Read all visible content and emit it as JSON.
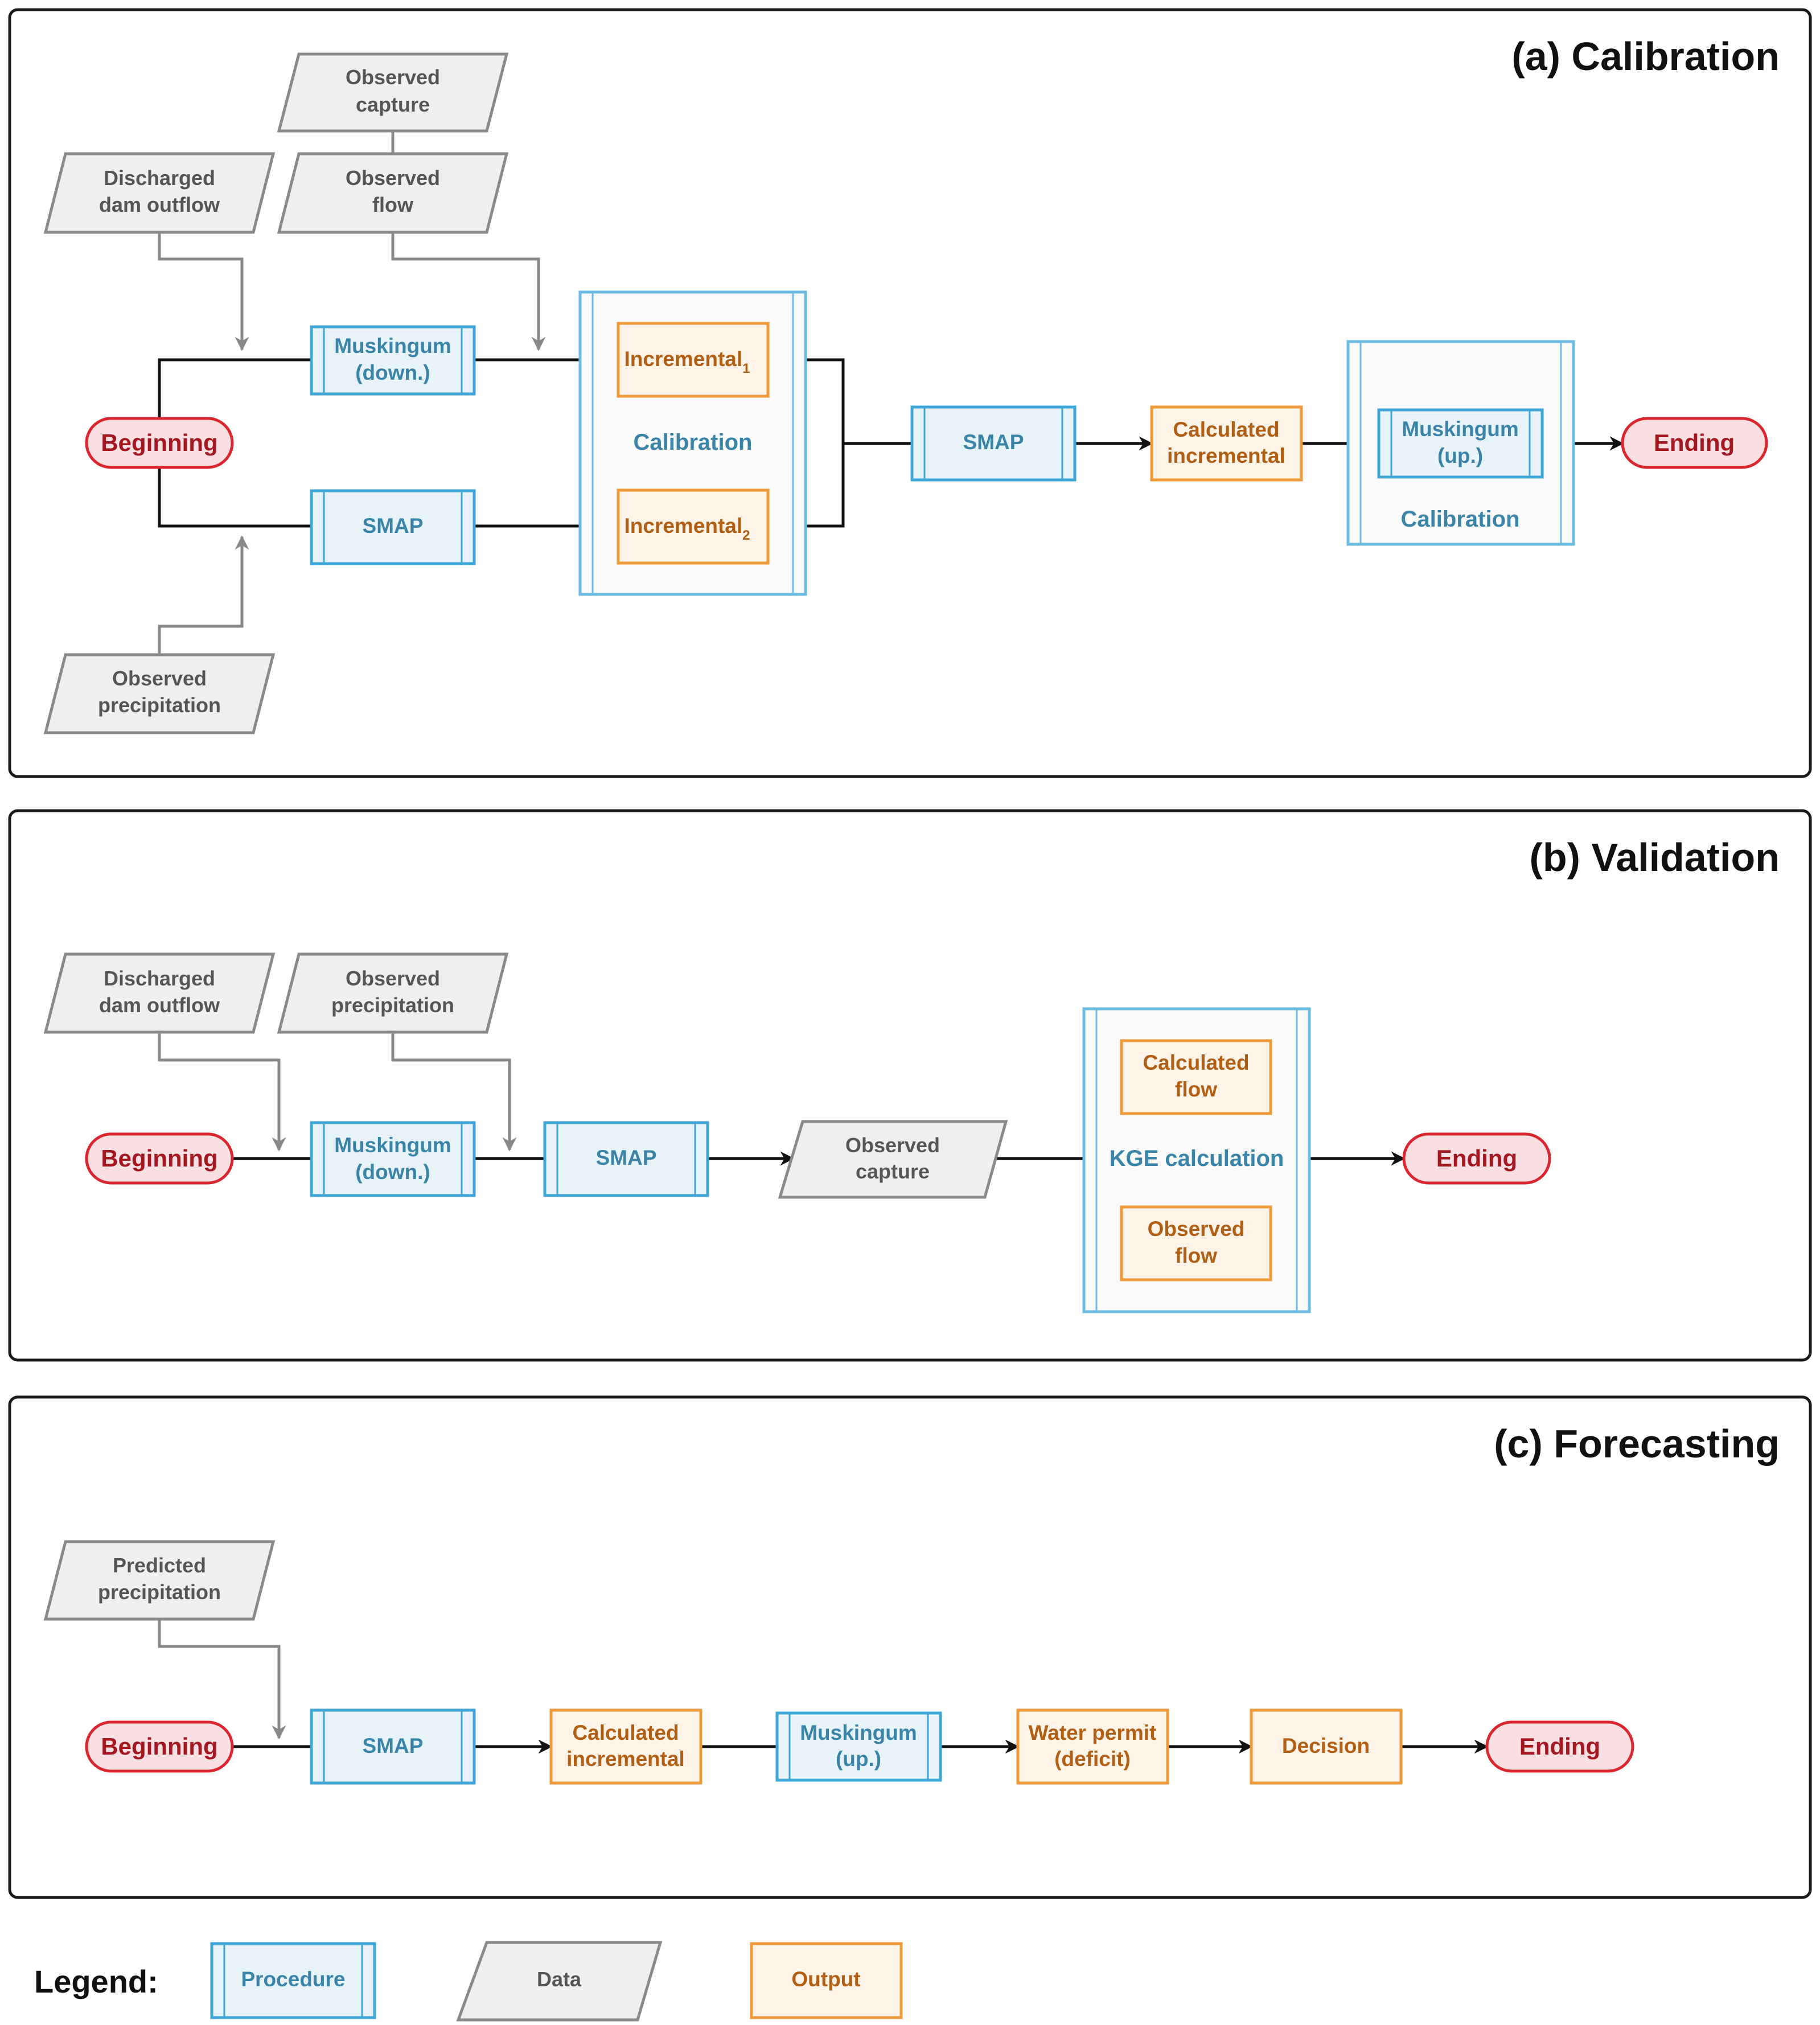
{
  "panels": {
    "a": {
      "title": "(a) Calibration",
      "data": {
        "observed_capture": [
          "Observed",
          "capture"
        ],
        "discharged": [
          "Discharged",
          "dam outflow"
        ],
        "observed_flow": [
          "Observed",
          "flow"
        ],
        "observed_precip": [
          "Observed",
          "precipitation"
        ]
      },
      "beginning": "Beginning",
      "ending": "Ending",
      "muskingum_down": [
        "Muskingum",
        "(down.)"
      ],
      "smap_1": "SMAP",
      "calibration_box_1": "Calibration",
      "incremental_1": "Incremental",
      "incremental_1_sub": "1",
      "incremental_2": "Incremental",
      "incremental_2_sub": "2",
      "smap_2": "SMAP",
      "calc_incremental": [
        "Calculated",
        "incremental"
      ],
      "muskingum_up": [
        "Muskingum",
        "(up.)"
      ],
      "calibration_box_2": "Calibration"
    },
    "b": {
      "title": "(b) Validation",
      "data": {
        "discharged": [
          "Discharged",
          "dam outflow"
        ],
        "observed_precip": [
          "Observed",
          "precipitation"
        ],
        "observed_capture": [
          "Observed",
          "capture"
        ]
      },
      "beginning": "Beginning",
      "ending": "Ending",
      "muskingum_down": [
        "Muskingum",
        "(down.)"
      ],
      "smap": "SMAP",
      "kge_box": "KGE calculation",
      "calc_flow": [
        "Calculated",
        "flow"
      ],
      "obs_flow": [
        "Observed",
        "flow"
      ]
    },
    "c": {
      "title": "(c) Forecasting",
      "data": {
        "predicted_precip": [
          "Predicted",
          "precipitation"
        ]
      },
      "beginning": "Beginning",
      "ending": "Ending",
      "smap": "SMAP",
      "calc_incremental": [
        "Calculated",
        "incremental"
      ],
      "muskingum_up": [
        "Muskingum",
        "(up.)"
      ],
      "water_permit": [
        "Water permit",
        "(deficit)"
      ],
      "decision": "Decision"
    }
  },
  "legend": {
    "title": "Legend:",
    "procedure": "Procedure",
    "data": "Data",
    "output": "Output"
  },
  "colors": {
    "procedure_stroke": "#3fa7d8",
    "procedure_fill": "#e8f3f9",
    "output_stroke": "#ec9a3a",
    "output_fill": "#fdf3e6",
    "data_stroke": "#8a8a8a",
    "data_fill": "#efefef",
    "terminal_stroke": "#d9262f",
    "terminal_fill": "#f8e0e2"
  }
}
